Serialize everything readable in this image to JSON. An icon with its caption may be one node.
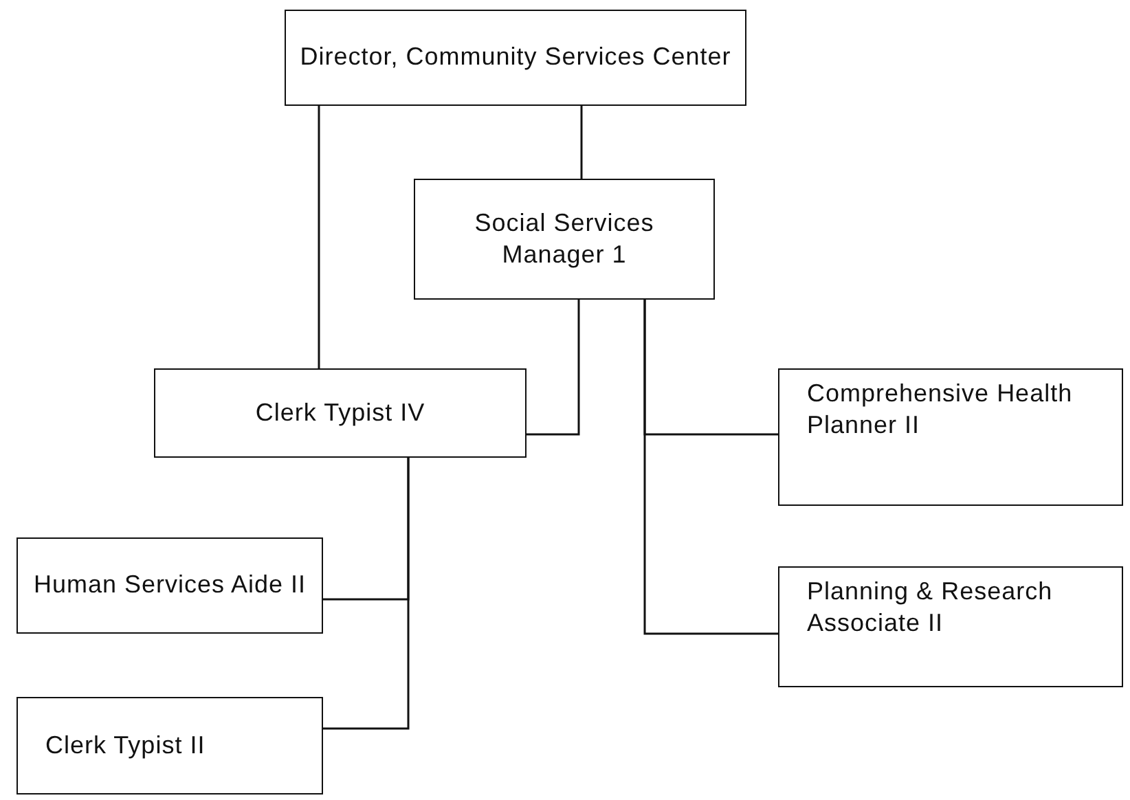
{
  "diagram": {
    "nodes": [
      {
        "text": [
          "Director, Community Services Center"
        ]
      },
      {
        "text": [
          "Social Services Manager 1"
        ]
      },
      {
        "text": [
          "Clerk Typist IV"
        ]
      },
      {
        "text": [
          "Comprehensive Health Planner II"
        ]
      },
      {
        "text": [
          "Human Services Aide II"
        ]
      },
      {
        "text": [
          "Planning & Research Associate II"
        ]
      },
      {
        "text": [
          "Clerk Typist II"
        ]
      }
    ],
    "edges": [
      {
        "from": 0,
        "to": 2,
        "arrow": "none"
      },
      {
        "from": 0,
        "to": 1,
        "arrow": "none"
      },
      {
        "from": 1,
        "to": 2,
        "arrow": "none"
      },
      {
        "from": 1,
        "to": 3,
        "arrow": "none"
      },
      {
        "from": 1,
        "to": 5,
        "arrow": "none"
      },
      {
        "from": 2,
        "to": 4,
        "arrow": "none"
      },
      {
        "from": 2,
        "to": 6,
        "arrow": "none"
      }
    ]
  }
}
